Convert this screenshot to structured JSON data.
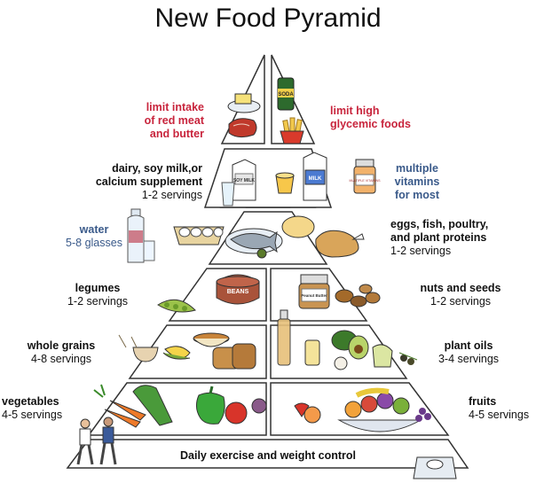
{
  "title": "New Food Pyramid",
  "colors": {
    "red_label": "#c8243c",
    "blue_label": "#3a5a8a",
    "pyramid_fill": "#ffffff",
    "pyramid_stroke": "#333333"
  },
  "tiers": {
    "top_left": {
      "title": "limit intake\nof red meat\nand butter"
    },
    "top_right": {
      "title": "limit high\nglycemic foods"
    },
    "dairy": {
      "title": "dairy, soy milk,or\ncalcium supplement",
      "servings": "1-2 servings"
    },
    "vitamins": {
      "title": "multiple\nvitamins\nfor most"
    },
    "water": {
      "title": "water",
      "servings": "5-8 glasses"
    },
    "proteins": {
      "title": "eggs, fish, poultry,\nand plant proteins",
      "servings": "1-2 servings"
    },
    "legumes": {
      "title": "legumes",
      "servings": "1-2 servings"
    },
    "nuts": {
      "title": "nuts and seeds",
      "servings": "1-2 servings"
    },
    "grains": {
      "title": "whole grains",
      "servings": "4-8 servings"
    },
    "oils": {
      "title": "plant oils",
      "servings": "3-4 servings"
    },
    "vegetables": {
      "title": "vegetables",
      "servings": "4-5 servings"
    },
    "fruits": {
      "title": "fruits",
      "servings": "4-5 servings"
    },
    "base": {
      "title": "Daily exercise and weight control"
    }
  },
  "food_labels": {
    "soda": "SODA",
    "soy_milk": "SOY MILK",
    "milk": "MILK",
    "vitamins": "MULTIPLE VITAMINS",
    "beans": "BEANS",
    "peanut_butter": "Peanut Butter"
  },
  "icons": [
    "butter-icon",
    "steak-icon",
    "soda-can-icon",
    "fries-icon",
    "soy-milk-carton-icon",
    "milk-carton-icon",
    "glass-icon",
    "vitamin-bottle-icon",
    "water-bottle-icon",
    "eggs-icon",
    "fish-plate-icon",
    "chicken-icon",
    "cheese-icon",
    "bean-pot-icon",
    "peapod-icon",
    "peanut-butter-jar-icon",
    "nuts-icon",
    "grain-bowl-icon",
    "corn-icon",
    "bread-icon",
    "oil-bottle-icon",
    "avocado-icon",
    "olives-icon",
    "broccoli-icon",
    "pepper-icon",
    "carrots-icon",
    "fruit-bowl-icon",
    "people-icon",
    "scale-icon"
  ]
}
